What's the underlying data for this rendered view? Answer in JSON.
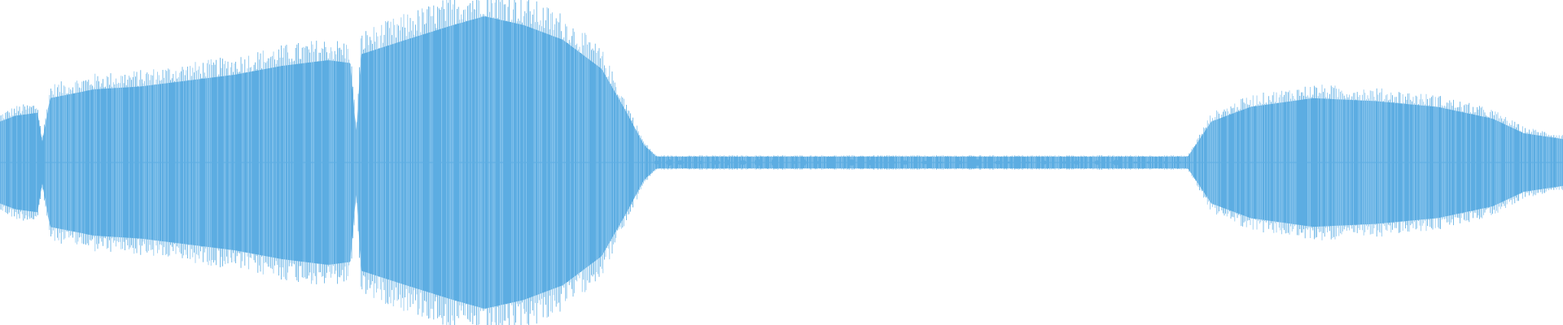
{
  "waveform": {
    "color": "#5dade2",
    "highlight_color": "#8ec7ee",
    "background": "#ffffff",
    "envelope": [
      {
        "t": 0.0,
        "amp": 0.14
      },
      {
        "t": 0.01,
        "amp": 0.16
      },
      {
        "t": 0.024,
        "amp": 0.17
      },
      {
        "t": 0.027,
        "amp": 0.07
      },
      {
        "t": 0.032,
        "amp": 0.22
      },
      {
        "t": 0.06,
        "amp": 0.25
      },
      {
        "t": 0.09,
        "amp": 0.26
      },
      {
        "t": 0.12,
        "amp": 0.28
      },
      {
        "t": 0.15,
        "amp": 0.3
      },
      {
        "t": 0.18,
        "amp": 0.33
      },
      {
        "t": 0.21,
        "amp": 0.35
      },
      {
        "t": 0.224,
        "amp": 0.34
      },
      {
        "t": 0.228,
        "amp": 0.1
      },
      {
        "t": 0.231,
        "amp": 0.37
      },
      {
        "t": 0.26,
        "amp": 0.42
      },
      {
        "t": 0.29,
        "amp": 0.47
      },
      {
        "t": 0.31,
        "amp": 0.5
      },
      {
        "t": 0.335,
        "amp": 0.47
      },
      {
        "t": 0.36,
        "amp": 0.42
      },
      {
        "t": 0.385,
        "amp": 0.32
      },
      {
        "t": 0.4,
        "amp": 0.18
      },
      {
        "t": 0.412,
        "amp": 0.06
      },
      {
        "t": 0.42,
        "amp": 0.02
      },
      {
        "t": 0.76,
        "amp": 0.02
      },
      {
        "t": 0.765,
        "amp": 0.06
      },
      {
        "t": 0.775,
        "amp": 0.14
      },
      {
        "t": 0.8,
        "amp": 0.19
      },
      {
        "t": 0.84,
        "amp": 0.22
      },
      {
        "t": 0.88,
        "amp": 0.21
      },
      {
        "t": 0.92,
        "amp": 0.19
      },
      {
        "t": 0.955,
        "amp": 0.15
      },
      {
        "t": 0.975,
        "amp": 0.1
      },
      {
        "t": 1.0,
        "amp": 0.08
      }
    ]
  }
}
